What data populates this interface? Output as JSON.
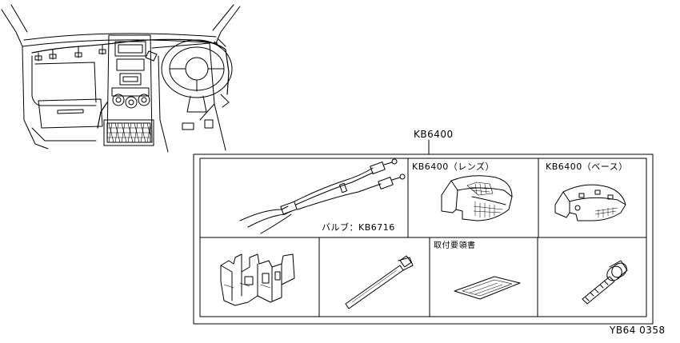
{
  "kit": {
    "part_number": "KB6400"
  },
  "components": [
    {
      "id": "harness",
      "label": "バルブ：KB6716"
    },
    {
      "id": "lens",
      "label": "KB6400（レンズ）"
    },
    {
      "id": "base",
      "label": "KB6400（ベース）"
    },
    {
      "id": "bracket",
      "label": ""
    },
    {
      "id": "cable-tie",
      "label": ""
    },
    {
      "id": "instructions",
      "label": "取付要領書"
    },
    {
      "id": "screw",
      "label": ""
    }
  ],
  "footer": {
    "code": "YB64 0358"
  }
}
